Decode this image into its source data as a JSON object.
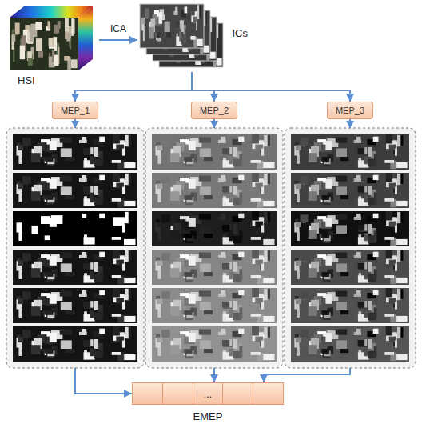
{
  "diagram": {
    "nodes": [
      {
        "text": [
          "HSI"
        ]
      },
      {
        "text": [
          "ICs"
        ]
      },
      {
        "text": [
          "MEP_1"
        ]
      },
      {
        "text": [
          "MEP_2"
        ]
      },
      {
        "text": [
          "MEP_3"
        ]
      },
      {
        "text": [
          "...",
          "EMEP"
        ]
      }
    ],
    "edges": [
      {
        "from": 0,
        "to": 1,
        "label": "ICA",
        "arrow": "to"
      },
      {
        "from": 1,
        "to": 2,
        "arrow": "to"
      },
      {
        "from": 1,
        "to": 3,
        "arrow": "to"
      },
      {
        "from": 1,
        "to": 4,
        "arrow": "to"
      },
      {
        "from": 2,
        "to": 5,
        "arrow": "to"
      },
      {
        "from": 3,
        "to": 5,
        "arrow": "to"
      },
      {
        "from": 4,
        "to": 5,
        "arrow": "to"
      }
    ]
  }
}
